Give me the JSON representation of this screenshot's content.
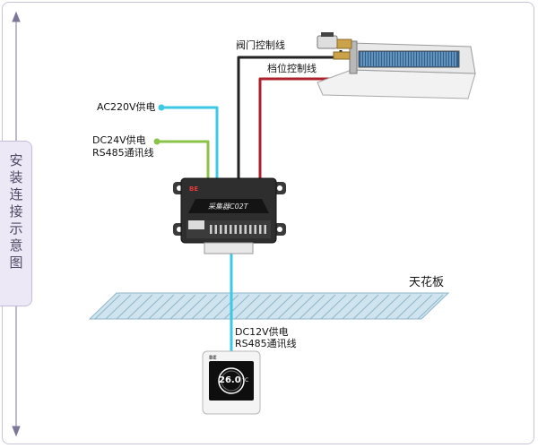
{
  "side_tab_label": "安装连接示意图",
  "labels": {
    "valve_wire": "阀门控制线",
    "speed_wire": "档位控制线",
    "ac_power": "AC220V供电",
    "dc24_power": "DC24V供电",
    "rs485_top": "RS485通讯线",
    "ceiling": "天花板",
    "dc12_power": "DC12V供电",
    "rs485_bottom": "RS485通讯线"
  },
  "collector": {
    "model": "采集器C02T",
    "brand": "BE"
  },
  "thermostat": {
    "temperature": "26.0",
    "unit": "°C",
    "brand": "BE"
  },
  "colors": {
    "cyan_wire": "#3cc9e6",
    "green_wire": "#8bc34a",
    "black_wire": "#222222",
    "red_wire": "#b0202a",
    "ceiling_fill": "#cfe4ee",
    "frame_border": "#c9c3d8",
    "side_tab_bg": "#ece8f5"
  }
}
